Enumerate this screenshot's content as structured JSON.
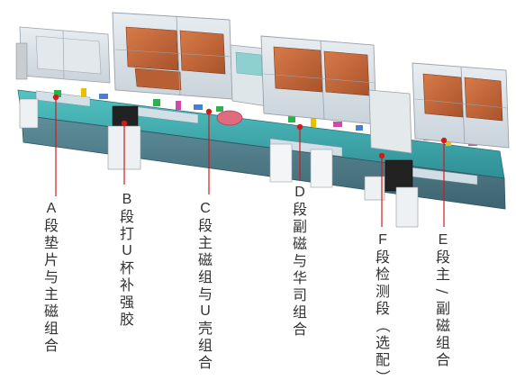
{
  "colors": {
    "leader": "#d11a1a",
    "label_text": "#333333",
    "frame": "#b9bcc2",
    "panel_orange": "#c9673a",
    "base_teal": "#3fa7a8",
    "base_side": "#5a8a96"
  },
  "stations": [
    {
      "id": "A",
      "label": "A段垫片与主磁组合"
    },
    {
      "id": "B",
      "label": "B段打U杯补强胶"
    },
    {
      "id": "C",
      "label": "C段主磁组与U壳组合"
    },
    {
      "id": "D",
      "label": "D段副磁与华司组合"
    },
    {
      "id": "F",
      "label": "F段检测段（选配）"
    },
    {
      "id": "E",
      "label": "E段主/副磁组合"
    }
  ]
}
